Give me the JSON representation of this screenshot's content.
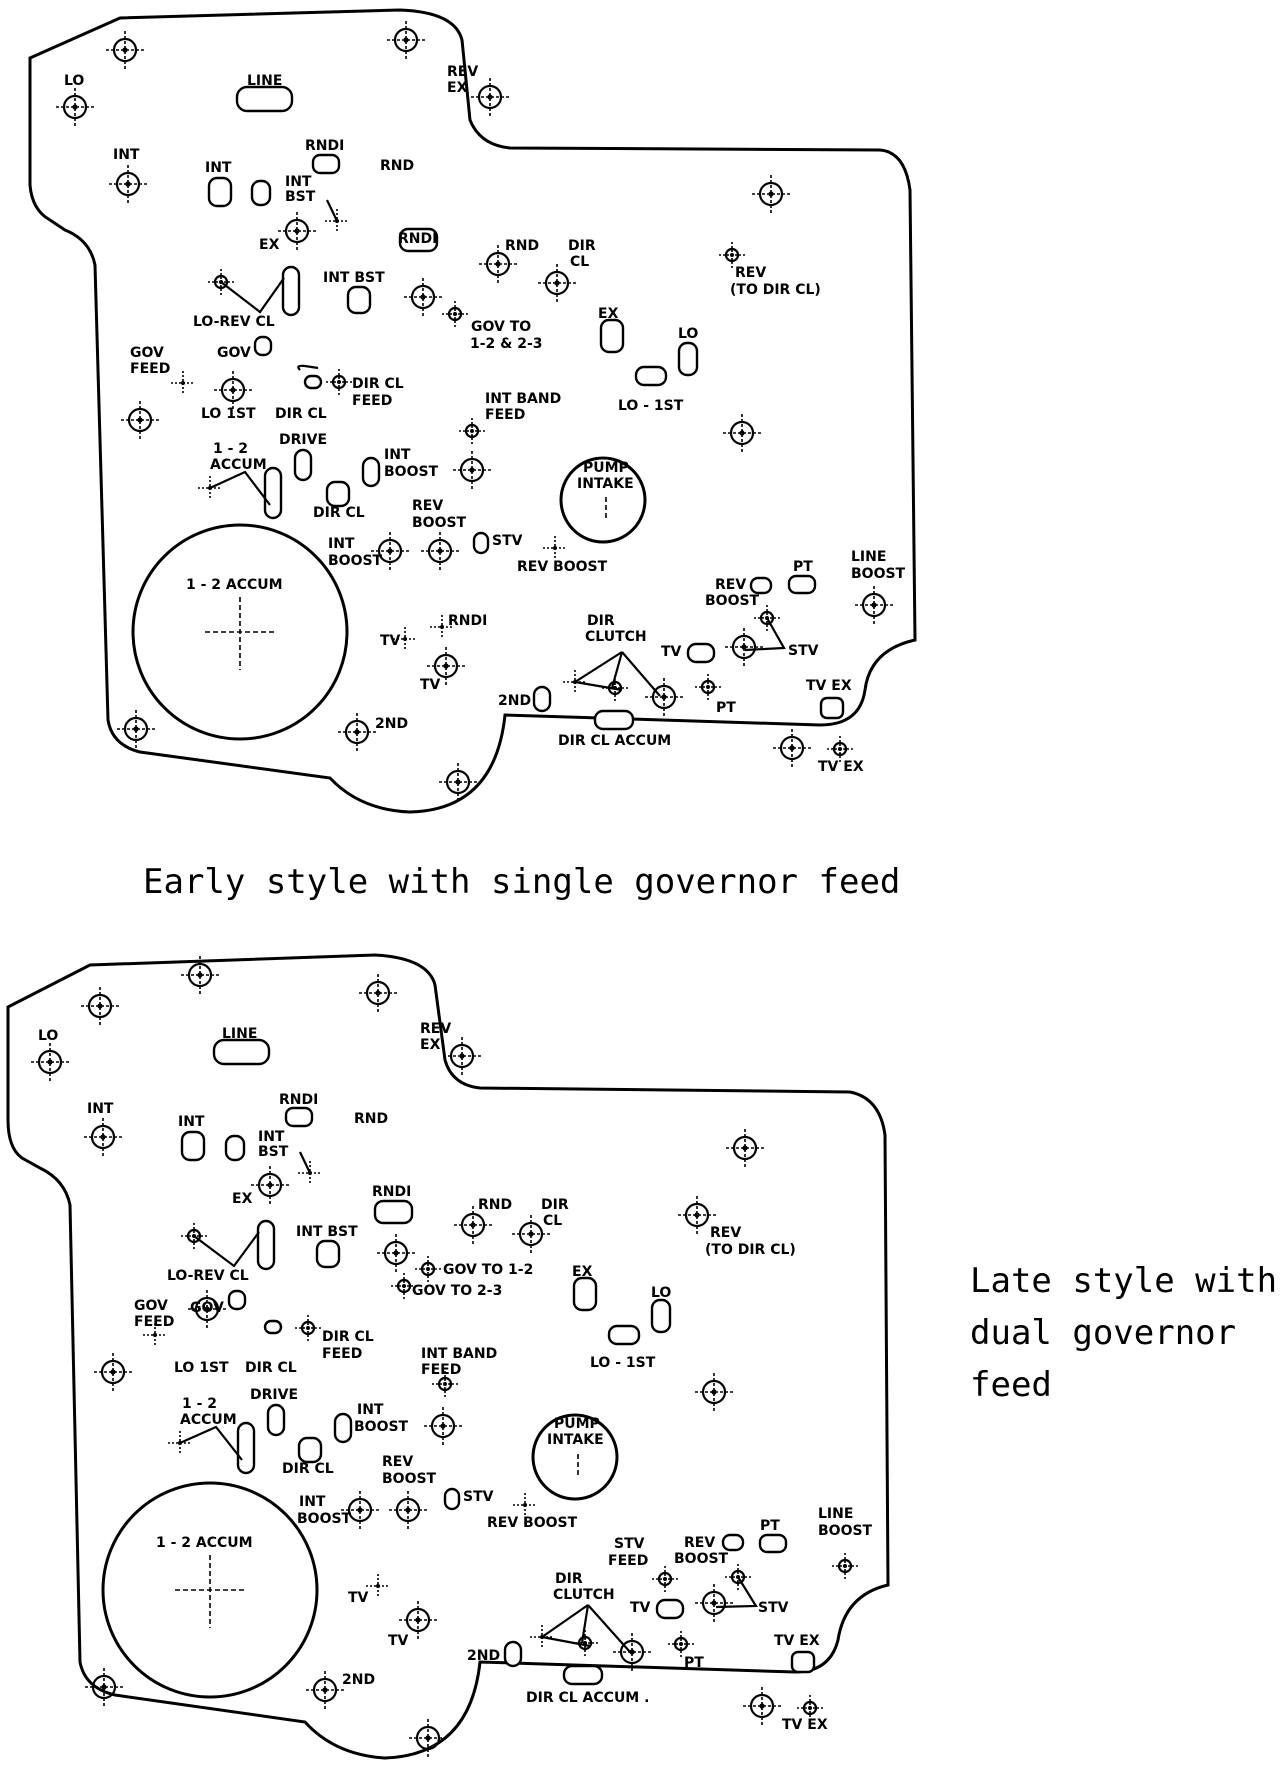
{
  "captions": {
    "early": "Early style with single governor feed",
    "late_line1": "Late style with",
    "late_line2": "dual governor",
    "late_line3": "feed"
  },
  "labels": {
    "lo": "LO",
    "line": "LINE",
    "rev": "REV",
    "ex": "EX",
    "int": "INT",
    "rndi": "RNDI",
    "rnd": "RND",
    "bst": "BST",
    "int_bst": "INT BST",
    "dir": "DIR",
    "cl": "CL",
    "to_dir_cl": "(TO DIR CL)",
    "lo_rev_cl": "LO-REV CL",
    "gov_to_12_23": "GOV TO",
    "gov_to_12_23_b": "1-2 & 2-3",
    "gov_to_12": "GOV TO 1-2",
    "gov_to_23": "GOV TO 2-3",
    "gov": "GOV",
    "feed": "FEED",
    "dir_cl": "DIR CL",
    "lo_1st": "LO 1ST",
    "lo_dash_1st": "LO - 1ST",
    "int_band": "INT BAND",
    "one_two": "1 - 2",
    "accum": "ACCUM",
    "drive": "DRIVE",
    "boost": "BOOST",
    "pump": "PUMP",
    "intake": "INTAKE",
    "stv": "STV",
    "rev_boost": "REV BOOST",
    "one_two_accum": "1 - 2 ACCUM",
    "pt": "PT",
    "line_label": "LINE",
    "tv": "TV",
    "tv_ex": "TV EX",
    "dir_clutch_a": "DIR",
    "dir_clutch_b": "CLUTCH",
    "two_nd": "2ND",
    "dir_cl_accum": "DIR CL ACCUM",
    "dir_cl_accum_late": "DIR CL ACCUM .",
    "stv_feed_a": "STV",
    "stv_feed_b": "FEED",
    "dir_cl_feed_a": "DIR CL",
    "dir_cl_feed_b": "FEED"
  }
}
